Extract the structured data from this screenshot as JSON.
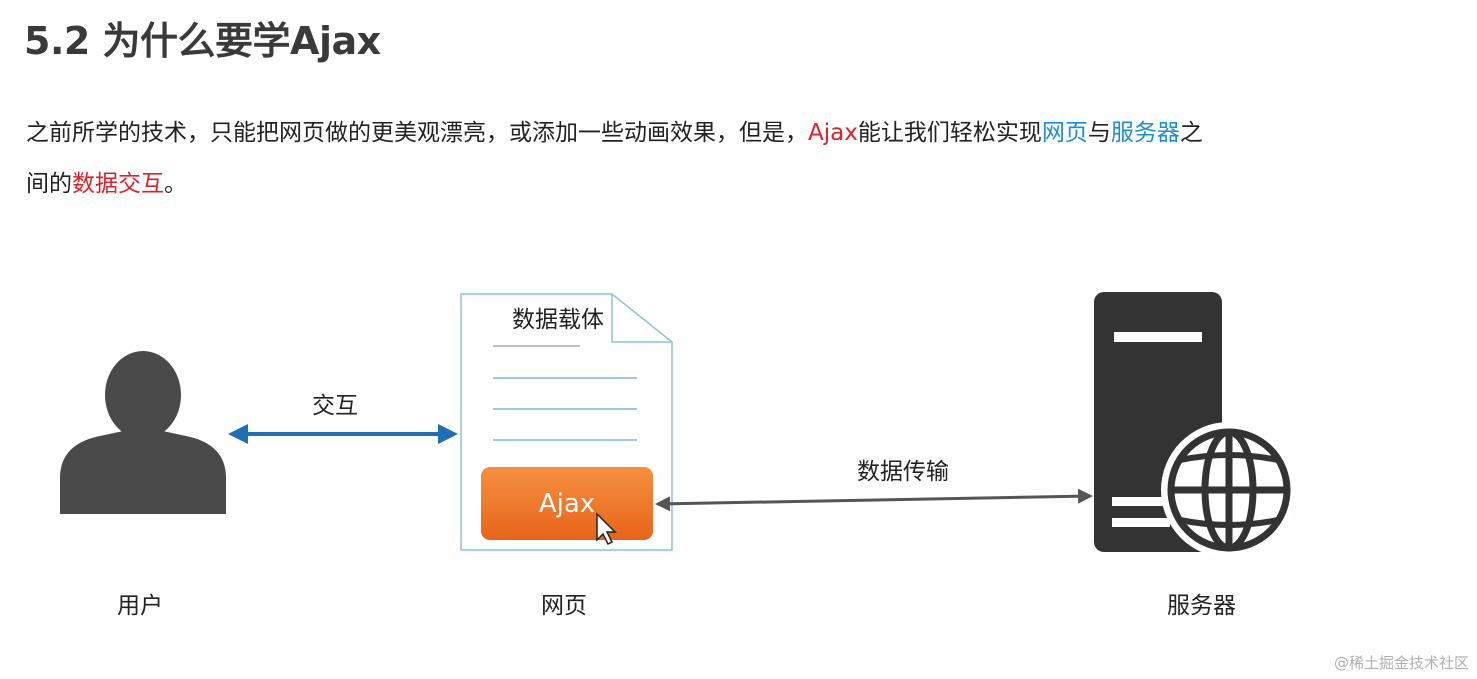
{
  "title": "5.2 为什么要学Ajax",
  "paragraph": {
    "part1": "之前所学的技术，只能把网页做的更美观漂亮，或添加一些动画效果，但是，",
    "ajax": "Ajax",
    "part2": "能让我们轻松实现",
    "webpage": "网页",
    "and": "与",
    "server": "服务器",
    "part3": "之",
    "line2_start": "间的",
    "data_exchange": "数据交互",
    "period": "。"
  },
  "diagram": {
    "user_label": "用户",
    "interaction_label": "交互",
    "data_carrier_label": "数据载体",
    "ajax_button": "Ajax",
    "webpage_label": "网页",
    "transfer_label": "数据传输",
    "server_label": "服务器"
  },
  "colors": {
    "accent_red": "#e0202a",
    "accent_blue": "#1a8fd6",
    "arrow_blue": "#1f6fb5",
    "ajax_orange": "#ee7624",
    "icon_dark": "#333333"
  },
  "watermark": "@稀土掘金技术社区"
}
